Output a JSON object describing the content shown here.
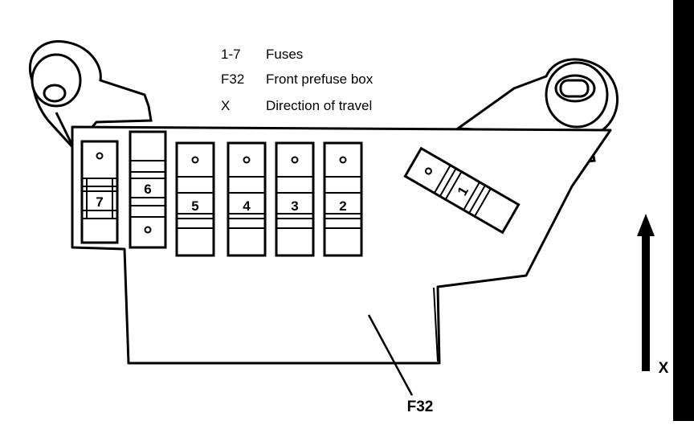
{
  "legend": {
    "items": [
      {
        "code": "1-7",
        "description": "Fuses"
      },
      {
        "code": "F32",
        "description": "Front prefuse box"
      },
      {
        "code": "X",
        "description": "Direction of travel"
      }
    ]
  },
  "fuses": [
    {
      "label": "7"
    },
    {
      "label": "6"
    },
    {
      "label": "5"
    },
    {
      "label": "4"
    },
    {
      "label": "3"
    },
    {
      "label": "2"
    },
    {
      "label": "1"
    }
  ],
  "callouts": {
    "box_label": "F32",
    "direction_label": "X"
  },
  "colors": {
    "line": "#000000",
    "background": "#ffffff"
  }
}
